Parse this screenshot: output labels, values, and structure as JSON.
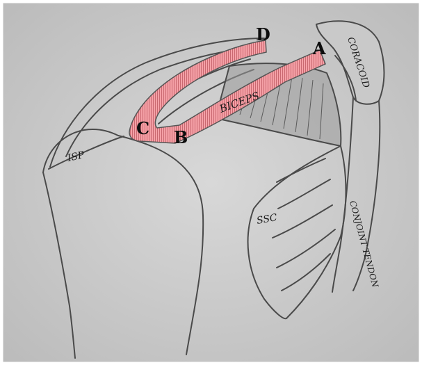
{
  "labels": {
    "point_a": "A",
    "point_b": "B",
    "point_c": "C",
    "point_d": "D",
    "biceps": "BICEPS",
    "coracoid": "CORACOID",
    "isp": "ISP",
    "ssc": "SSC",
    "conjoint_tendon": "CONJOINT TENDON"
  },
  "colors": {
    "paper": "#cfcfcf",
    "pencil": "#4a4a4a",
    "shade": "#8f8f8f",
    "biceps_fill": "#f4a0a6",
    "biceps_stripe": "#c96870"
  }
}
